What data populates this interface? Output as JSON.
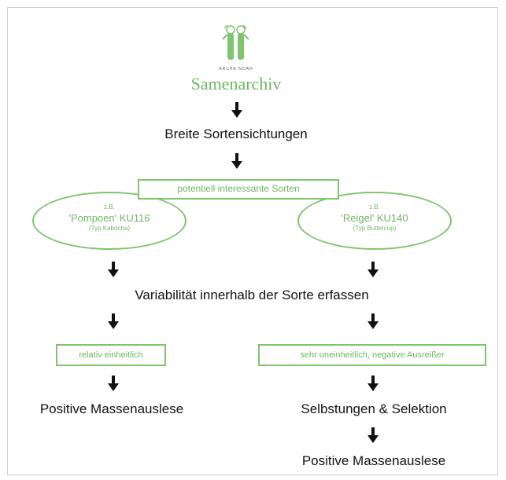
{
  "logo": {
    "label": "ARCHE NOAH",
    "icon": "arche-noah-logo-icon",
    "color": "#7fc46e"
  },
  "nodes": {
    "top": "Samenarchiv",
    "sichtungen": "Breite Sortensichtungen",
    "interessant": "potentiell interessante Sorten",
    "left_variety": {
      "prefix": "z.B.",
      "name": "'Pompoen' KU116",
      "type": "(Typ Kabocha)"
    },
    "right_variety": {
      "prefix": "z.B.",
      "name": "'Reigel' KU140",
      "type": "(Typ Buttercup)"
    },
    "variabilitaet": "Variabilität innerhalb der Sorte erfassen",
    "left_branch": "relativ einheitlich",
    "right_branch": "sehr uneinheitlich, negative Ausreißer",
    "left_result": "Positive Massenauslese",
    "right_step": "Selbstungen & Selektion",
    "right_result": "Positive Massenauslese"
  },
  "colors": {
    "accent": "#7fc46e",
    "text": "#111111",
    "frame": "#cfcfcf"
  }
}
